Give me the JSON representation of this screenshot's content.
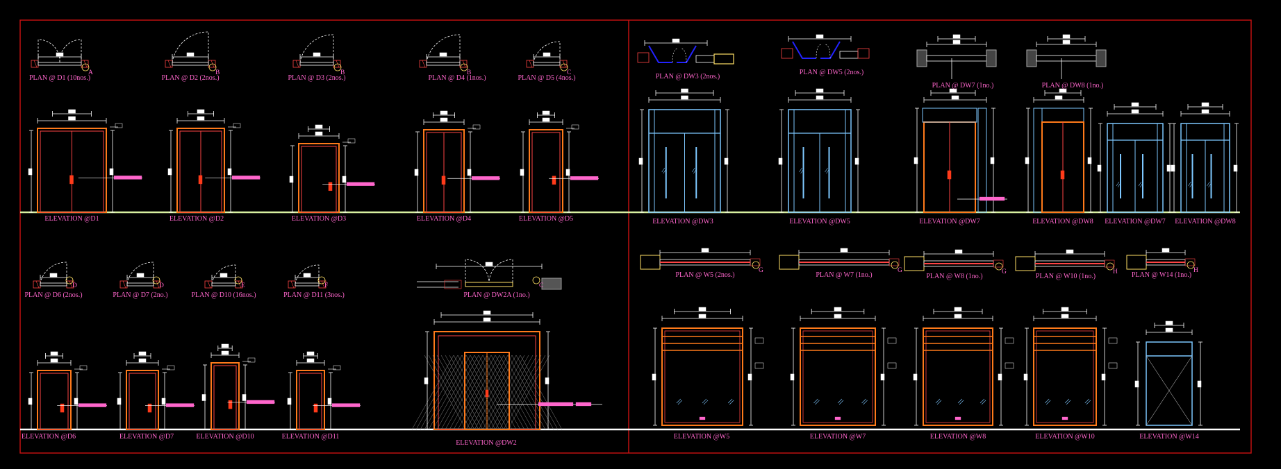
{
  "colors": {
    "background": "#000000",
    "border": "#cc1111",
    "frame": "#ff7a1a",
    "glass": "#7ec8ff",
    "dim": "#ffffff",
    "label": "#ff66cc",
    "floor": "#d8f0a0",
    "handle": "#ff3b1a",
    "wall": "#ff4444",
    "yellow": "#ffe066"
  },
  "plans_left_top": [
    {
      "label": "PLAN @ D1 (10nos.)",
      "tag": "A"
    },
    {
      "label": "PLAN @ D2 (2nos.)",
      "tag": "B"
    },
    {
      "label": "PLAN @ D3 (2nos.)",
      "tag": "B"
    },
    {
      "label": "PLAN @ D4 (1nos.)",
      "tag": "B"
    },
    {
      "label": "PLAN @ D5 (4nos.)",
      "tag": "C"
    }
  ],
  "elevations_left_top": [
    {
      "label": "ELEVATION @D1"
    },
    {
      "label": "ELEVATION @D2"
    },
    {
      "label": "ELEVATION @D3"
    },
    {
      "label": "ELEVATION @D4"
    },
    {
      "label": "ELEVATION @D5"
    }
  ],
  "plans_left_bottom": [
    {
      "label": "PLAN @ D6 (2nos.)",
      "tag": "D"
    },
    {
      "label": "PLAN @ D7 (2no.)",
      "tag": "D"
    },
    {
      "label": "PLAN @ D10 (16nos.)",
      "tag": "E"
    },
    {
      "label": "PLAN @ D11 (3nos.)",
      "tag": "F"
    },
    {
      "label": "PLAN @ DW2A (1no.)",
      "tag": "C"
    }
  ],
  "elevations_left_bottom": [
    {
      "label": "ELEVATION @D6"
    },
    {
      "label": "ELEVATION @D7"
    },
    {
      "label": "ELEVATION @D10"
    },
    {
      "label": "ELEVATION @D11"
    },
    {
      "label": "ELEVATION @DW2"
    }
  ],
  "plans_right_top": [
    {
      "label": "PLAN @ DW3 (2nos.)"
    },
    {
      "label": "PLAN @ DW5 (2nos.)"
    },
    {
      "label": "PLAN @ DW7 (1no.)"
    },
    {
      "label": "PLAN @ DW8 (1no.)"
    }
  ],
  "elevations_right_top": [
    {
      "label": "ELEVATION @DW3"
    },
    {
      "label": "ELEVATION @DW5"
    },
    {
      "label": "ELEVATION @DW7"
    },
    {
      "label": "ELEVATION @DW8"
    },
    {
      "label": "ELEVATION @DW7"
    },
    {
      "label": "ELEVATION @DW8"
    }
  ],
  "plans_right_bottom": [
    {
      "label": "PLAN @ W5 (2nos.)",
      "tag": "G"
    },
    {
      "label": "PLAN @ W7 (1no.)",
      "tag": "G"
    },
    {
      "label": "PLAN @ W8 (1no.)",
      "tag": "G"
    },
    {
      "label": "PLAN @ W10 (1no.)",
      "tag": "H"
    },
    {
      "label": "PLAN @ W14 (1no.)",
      "tag": "H"
    }
  ],
  "elevations_right_bottom": [
    {
      "label": "ELEVATION @W5"
    },
    {
      "label": "ELEVATION @W7"
    },
    {
      "label": "ELEVATION @W8"
    },
    {
      "label": "ELEVATION @W10"
    },
    {
      "label": "ELEVATION @W14"
    }
  ]
}
